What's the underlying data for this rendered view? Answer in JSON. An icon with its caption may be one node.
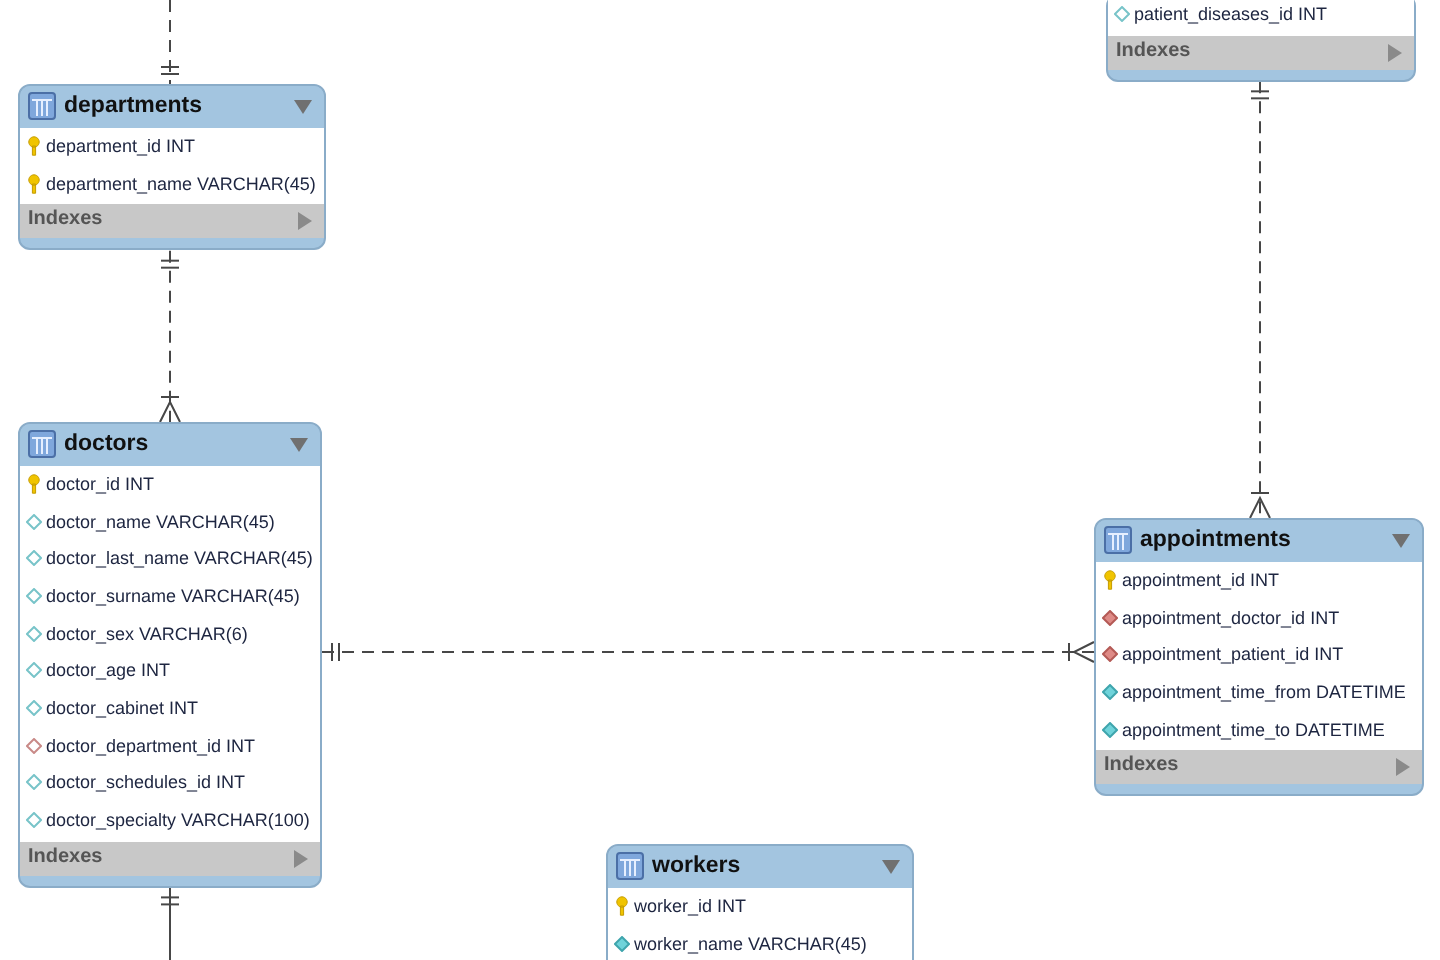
{
  "diagram": {
    "nodes": [
      {
        "text": [
          "patient_diseases_id INT",
          "Indexes"
        ]
      },
      {
        "text": [
          "departments",
          "department_id INT",
          "department_name VARCHAR(45)",
          "Indexes"
        ]
      },
      {
        "text": [
          "doctors",
          "doctor_id INT",
          "doctor_name VARCHAR(45)",
          "doctor_last_name VARCHAR(45)",
          "doctor_surname VARCHAR(45)",
          "doctor_sex VARCHAR(6)",
          "doctor_age INT",
          "doctor_cabinet INT",
          "doctor_department_id INT",
          "doctor_schedules_id INT",
          "doctor_specialty VARCHAR(100)",
          "Indexes"
        ]
      },
      {
        "text": [
          "appointments",
          "appointment_id INT",
          "appointment_doctor_id INT",
          "appointment_patient_id INT",
          "appointment_time_from DATETIME",
          "appointment_time_to DATETIME",
          "Indexes"
        ]
      },
      {
        "text": [
          "workers",
          "worker_id INT",
          "worker_name VARCHAR(45)"
        ]
      }
    ],
    "edges": [
      {
        "from": null,
        "to": 1,
        "arrow": "other",
        "style": "dashed"
      },
      {
        "from": 0,
        "to": 3,
        "arrow": "other",
        "style": "dashed"
      },
      {
        "from": 1,
        "to": 2,
        "arrow": "other",
        "style": "dashed"
      },
      {
        "from": 2,
        "to": 3,
        "arrow": "other",
        "style": "dashed"
      },
      {
        "from": 2,
        "to": null,
        "arrow": "other"
      }
    ]
  }
}
